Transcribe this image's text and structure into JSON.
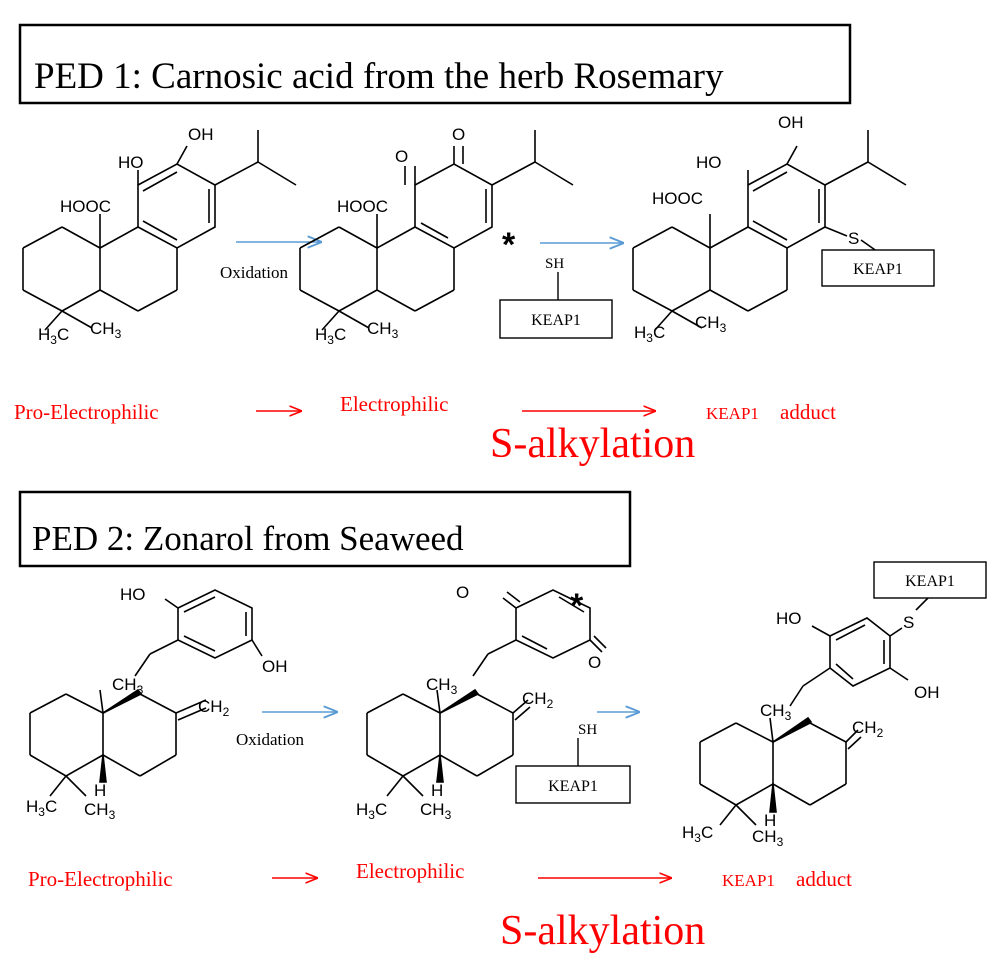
{
  "panels": [
    {
      "title": "PED 1: Carnosic acid from the herb Rosemary",
      "step_label": "Oxidation",
      "labels": {
        "oh_top_1": "OH",
        "oh_side_1": "HO",
        "cooh_1": "HOOC",
        "h3c_1": "H",
        "ch3_1": "CH",
        "o_top_2": "O",
        "o_side_2": "O",
        "cooh_2": "HOOC",
        "h3c_2": "H",
        "ch3_2": "CH",
        "sh": "SH",
        "keap_reactant": "KEAP1",
        "oh_top_3": "OH",
        "oh_side_3": "HO",
        "cooh_3": "HOOC",
        "h3c_3": "H",
        "ch3_3": "CH",
        "s_link": "S",
        "keap_adduct": "KEAP1",
        "sub3": "3",
        "star": "*"
      },
      "stages": {
        "pro": "Pro-Electrophilic",
        "electro": "Electrophilic",
        "adduct_keap": "KEAP1",
        "adduct_word": "adduct"
      },
      "reaction": "S-alkylation"
    },
    {
      "title": "PED 2: Zonarol from Seaweed",
      "step_label": "Oxidation",
      "labels": {
        "ho_1": "HO",
        "oh_1": "OH",
        "ch3_1": "CH",
        "ch2_1": "CH",
        "h_1": "H",
        "h3c_1": "H",
        "ch3b_1": "CH",
        "o_top_2": "O",
        "o_bot_2": "O",
        "ch3_2": "CH",
        "ch2_2": "CH",
        "h_2": "H",
        "h3c_2": "H",
        "ch3b_2": "CH",
        "sh": "SH",
        "keap_reactant": "KEAP1",
        "keap_adduct": "KEAP1",
        "s_link": "S",
        "ho_3": "HO",
        "oh_3": "OH",
        "ch3_3": "CH",
        "ch2_3": "CH",
        "h_3": "H",
        "h3c_3": "H",
        "ch3b_3": "CH",
        "sub3": "3",
        "sub2": "2",
        "star": "*"
      },
      "stages": {
        "pro": "Pro-Electrophilic",
        "electro": "Electrophilic",
        "adduct_keap": "KEAP1",
        "adduct_word": "adduct"
      },
      "reaction": "S-alkylation"
    }
  ],
  "colors": {
    "stage_text": "#ff0000",
    "stage_arrow": "#ff0000",
    "reaction_arrow": "#5b9bd5",
    "ink": "#000000"
  }
}
